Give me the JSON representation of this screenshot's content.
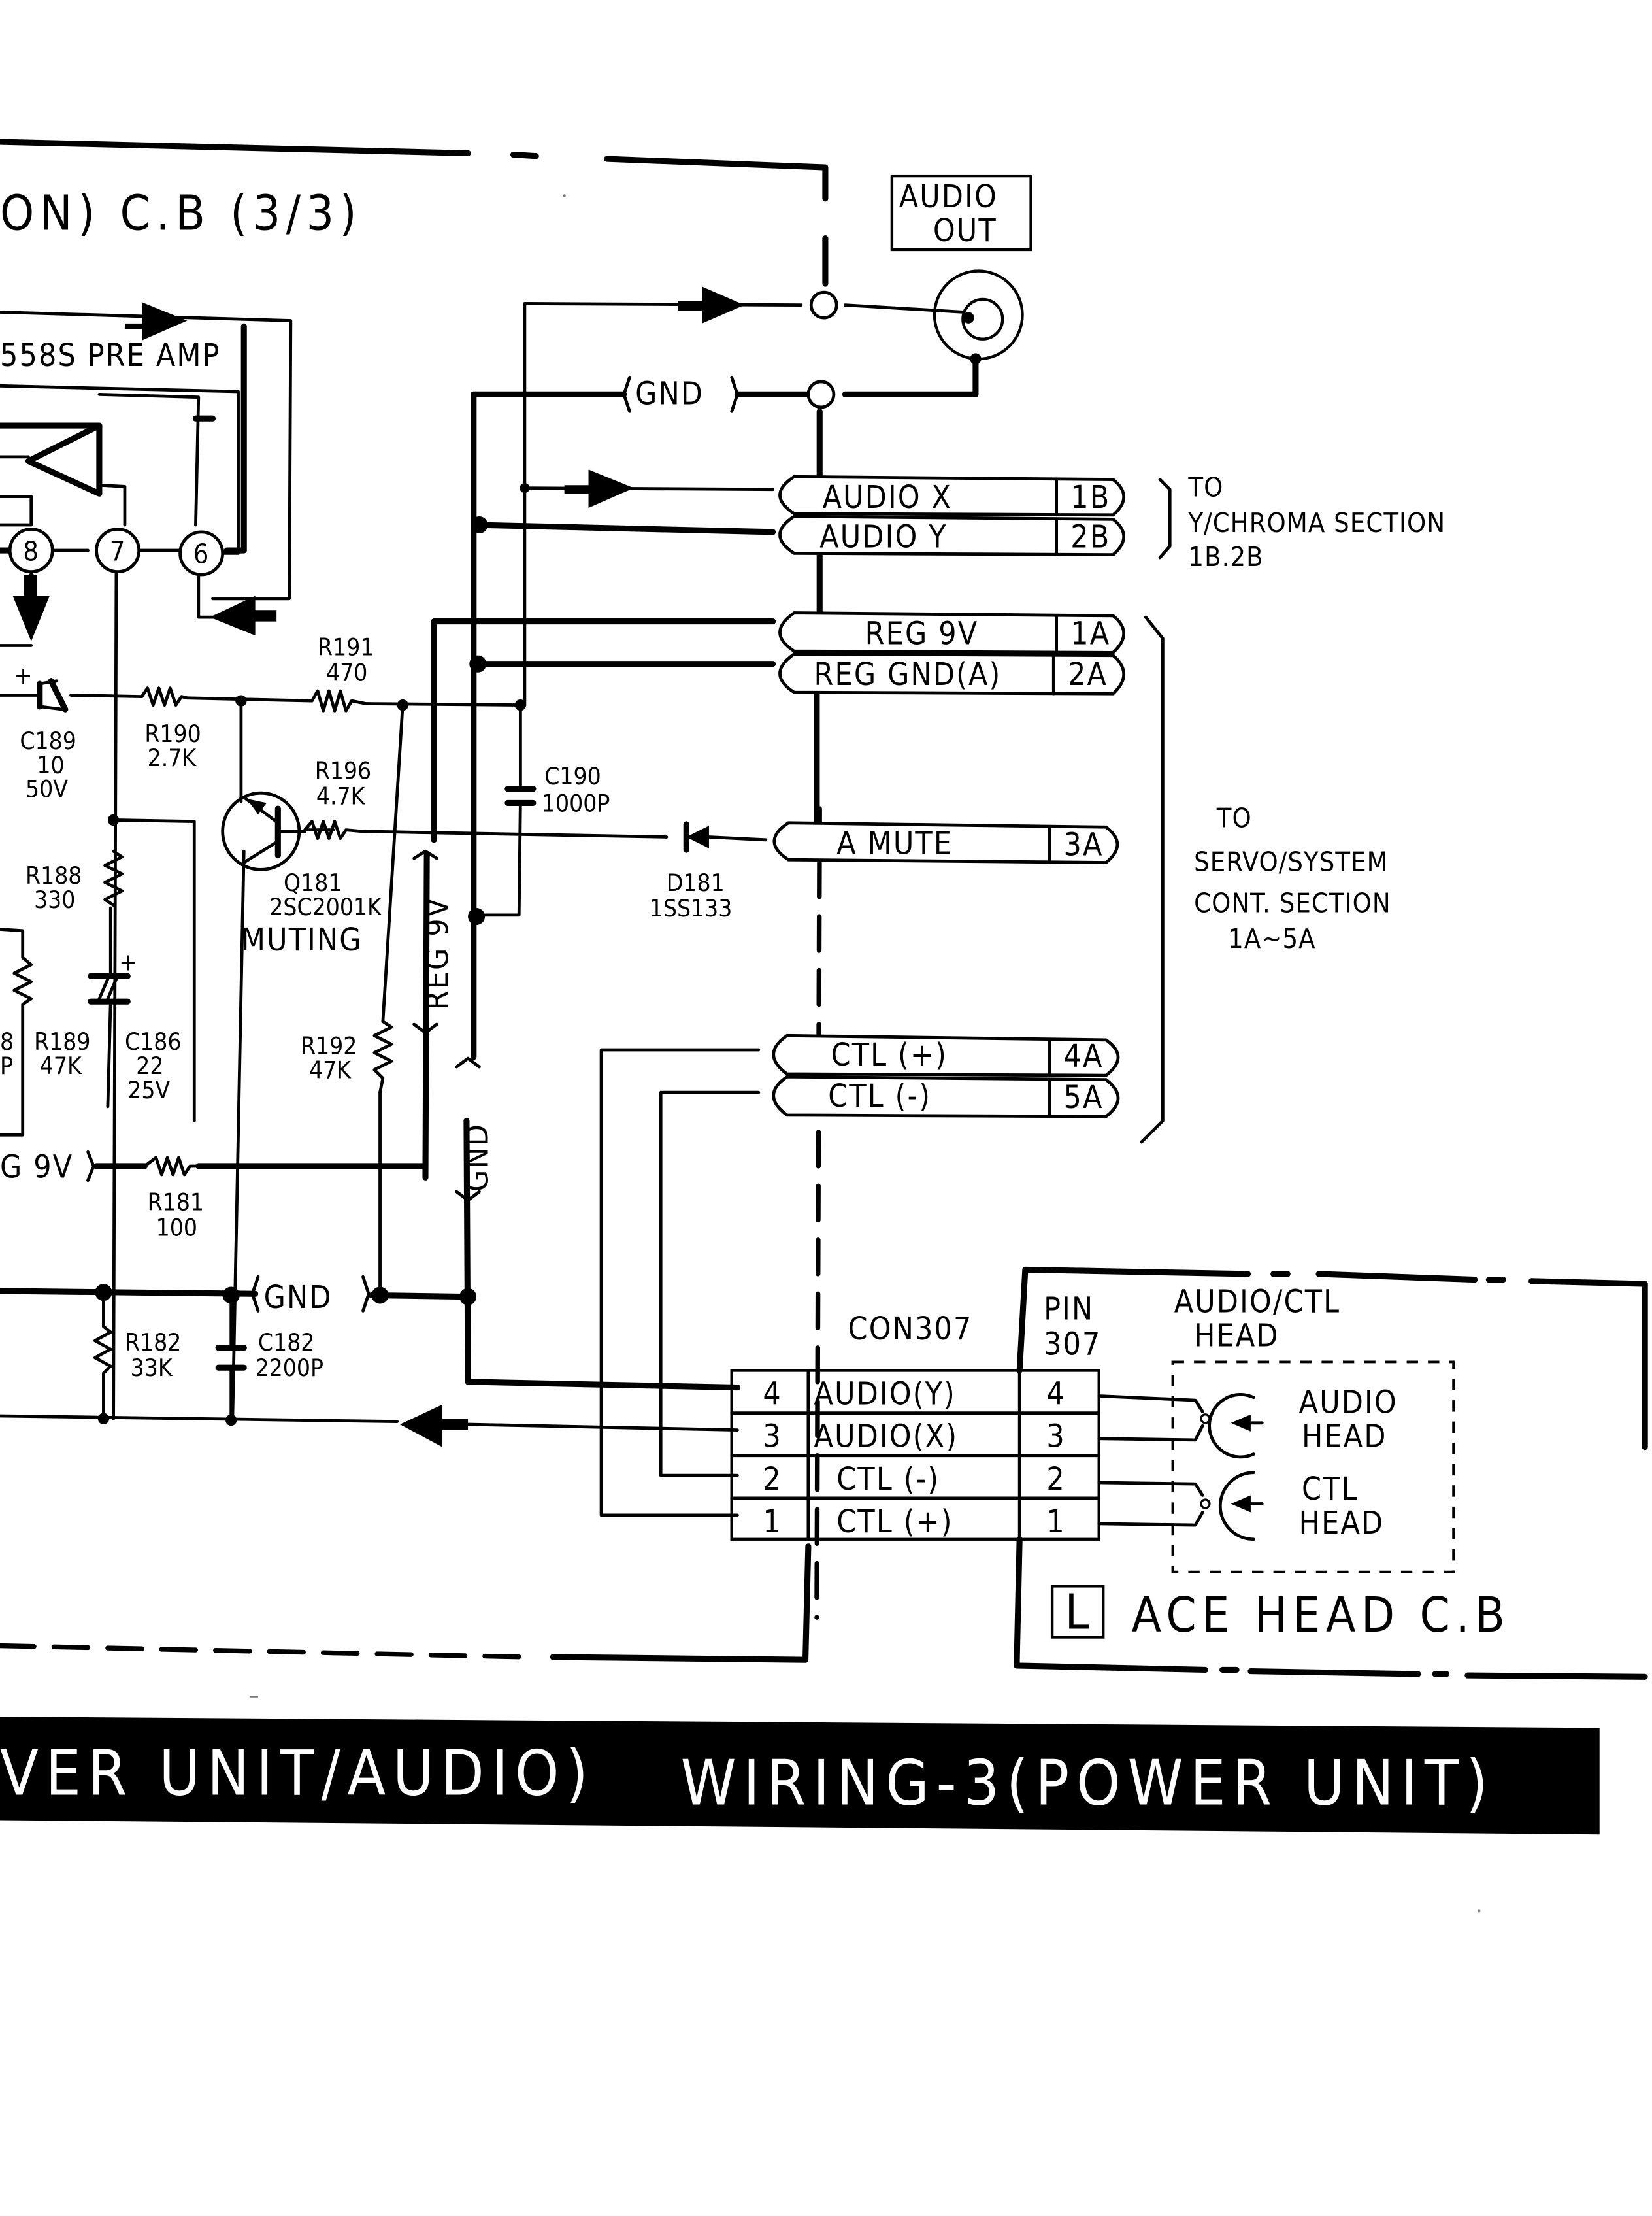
{
  "title": {
    "board_title": "ON) C.B (3/3)",
    "ic_label": "558S PRE AMP"
  },
  "ic_pins": [
    "8",
    "7",
    "6"
  ],
  "ground_labels": [
    "GND",
    "GND",
    "GND"
  ],
  "supply_labels": {
    "reg9v_vertical": "REG 9V",
    "reg9v_left": "G 9V",
    "gnd_vertical": "GND"
  },
  "components": {
    "C189": {
      "ref": "C189",
      "value": "10",
      "rating": "50V"
    },
    "R190": {
      "ref": "R190",
      "value": "2.7K"
    },
    "R191": {
      "ref": "R191",
      "value": "470"
    },
    "R196": {
      "ref": "R196",
      "value": "4.7K"
    },
    "C190": {
      "ref": "C190",
      "value": "1000P"
    },
    "R188": {
      "ref": "R188",
      "value": "330"
    },
    "R189": {
      "ref": "R189",
      "value": "47K"
    },
    "C186": {
      "ref": "C186",
      "value": "22",
      "rating": "25V"
    },
    "C188_partial": {
      "ref": "8",
      "value": "P"
    },
    "Q181": {
      "ref": "Q181",
      "part": "2SC2001K",
      "function": "MUTING"
    },
    "R192": {
      "ref": "R192",
      "value": "47K"
    },
    "D181": {
      "ref": "D181",
      "part": "1SS133"
    },
    "R181": {
      "ref": "R181",
      "value": "100"
    },
    "R182": {
      "ref": "R182",
      "value": "33K"
    },
    "C182": {
      "ref": "C182",
      "value": "2200P"
    }
  },
  "audio_out": {
    "line1": "AUDIO",
    "line2": "OUT"
  },
  "connectors_b": [
    {
      "signal": "AUDIO X",
      "pin": "1B"
    },
    {
      "signal": "AUDIO Y",
      "pin": "2B"
    }
  ],
  "connectors_b_dest": {
    "line1": "TO",
    "line2": "Y/CHROMA  SECTION",
    "line3": "1B.2B"
  },
  "connectors_a": [
    {
      "signal": "REG 9V",
      "pin": "1A"
    },
    {
      "signal": "REG GND(A)",
      "pin": "2A"
    },
    {
      "signal": "A MUTE",
      "pin": "3A"
    },
    {
      "signal": "CTL (+)",
      "pin": "4A"
    },
    {
      "signal": "CTL (-)",
      "pin": "5A"
    }
  ],
  "connectors_a_dest": {
    "line1": "TO",
    "line2": "SERVO/SYSTEM",
    "line3": "CONT. SECTION",
    "line4": "1A~5A"
  },
  "con307": {
    "title": "CON307",
    "rows": [
      {
        "num": "4",
        "signal": "AUDIO(Y)",
        "pin": "4"
      },
      {
        "num": "3",
        "signal": "AUDIO(X)",
        "pin": "3"
      },
      {
        "num": "2",
        "signal": "CTL (-)",
        "pin": "2"
      },
      {
        "num": "1",
        "signal": "CTL (+)",
        "pin": "1"
      }
    ],
    "pin_header_1": "PIN",
    "pin_header_2": "307"
  },
  "head_board": {
    "assembly_1": "AUDIO/CTL",
    "assembly_2": "HEAD",
    "audio_head_1": "AUDIO",
    "audio_head_2": "HEAD",
    "ctl_head_1": "CTL",
    "ctl_head_2": "HEAD",
    "box_letter": "L",
    "board_name": "ACE HEAD  C.B"
  },
  "banner": {
    "left": "VER  UNIT/AUDIO)",
    "right": "WIRING-3(POWER  UNIT)"
  }
}
